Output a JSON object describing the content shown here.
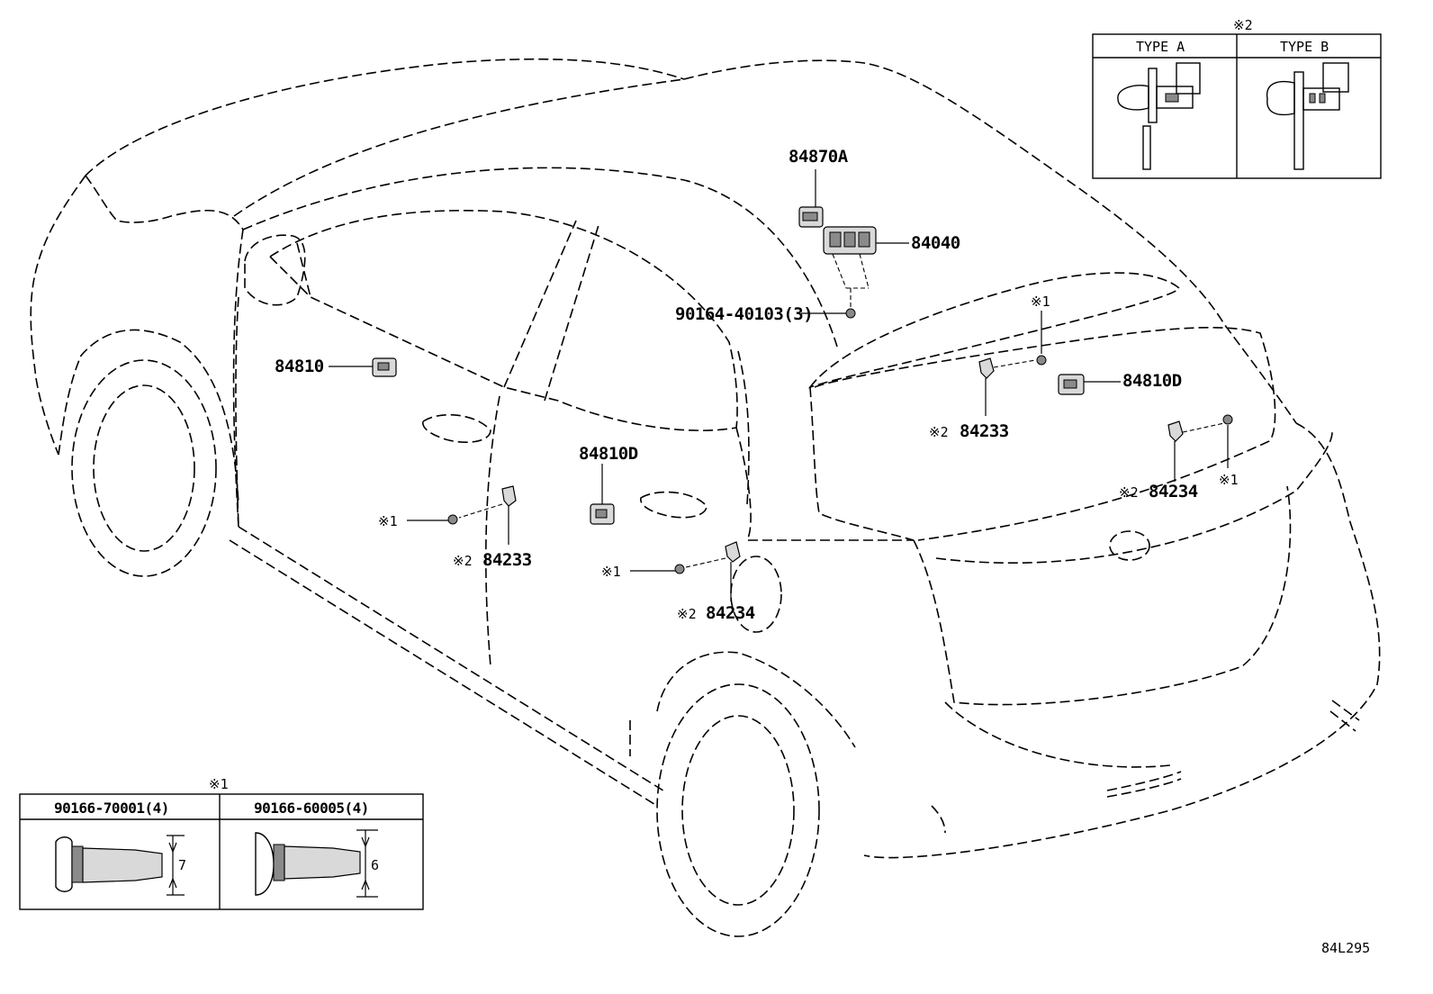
{
  "parts": {
    "p84870A": "84870A",
    "p84040": "84040",
    "p90164": "90164-40103(3)",
    "p84810": "84810",
    "p84810D_rear": "84810D",
    "p84810D_door": "84810D",
    "p84233_rear": "84233",
    "p84233_door": "84233",
    "p84234_rear": "84234",
    "p84234_door": "84234"
  },
  "notes": {
    "note1": "※1",
    "note2": "※2"
  },
  "inset_type": {
    "header_note": "※2",
    "col_a": "TYPE A",
    "col_b": "TYPE B"
  },
  "inset_screw": {
    "header_note": "※1",
    "col_a": "90166-70001(4)",
    "col_b": "90166-60005(4)",
    "dim_a": "7",
    "dim_b": "6"
  },
  "diagram_code": "84L295"
}
